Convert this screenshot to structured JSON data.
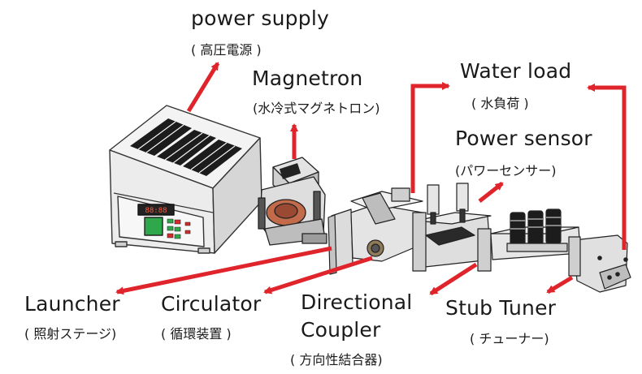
{
  "labels": {
    "power_supply": {
      "en": "power supply",
      "jp": "(  高圧電源    )"
    },
    "magnetron": {
      "en": "Magnetron",
      "jp": "(水冷式マグネトロン)"
    },
    "water_load": {
      "en": "Water load",
      "jp": "( 水負荷 )"
    },
    "power_sensor": {
      "en": "Power sensor",
      "jp": "(パワーセンサー)"
    },
    "launcher": {
      "en": "Launcher",
      "jp": "( 照射ステージ)"
    },
    "circulator": {
      "en": "Circulator",
      "jp": "( 循環装置 )"
    },
    "directional_coupler": {
      "en_line1": "Directional",
      "en_line2": "Coupler",
      "jp": "( 方向性結合器)"
    },
    "stub_tuner": {
      "en": "Stub Tuner",
      "jp": "( チューナー)"
    }
  },
  "power_supply_panel": {
    "display": "88:88"
  },
  "colors": {
    "arrow": "#e0242b",
    "equipment_fill": "#e9e9e9",
    "equipment_stroke": "#333333",
    "vent": "#1c1c1c",
    "led_green": "#2ea84a",
    "led_red": "#d42b2b",
    "copper": "#c26a4a"
  }
}
